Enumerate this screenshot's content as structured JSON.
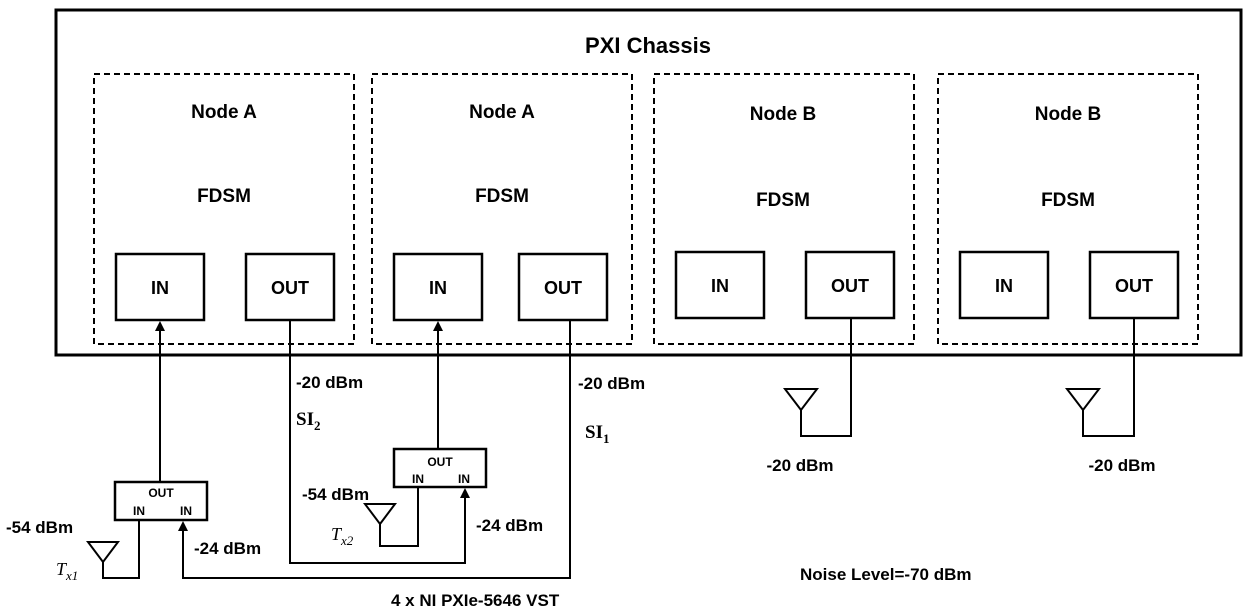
{
  "chassis": {
    "title": "PXI Chassis"
  },
  "nodes": [
    {
      "name": "Node A",
      "module": "FDSM",
      "in_label": "IN",
      "out_label": "OUT"
    },
    {
      "name": "Node A",
      "module": "FDSM",
      "in_label": "IN",
      "out_label": "OUT"
    },
    {
      "name": "Node B",
      "module": "FDSM",
      "in_label": "IN",
      "out_label": "OUT"
    },
    {
      "name": "Node B",
      "module": "FDSM",
      "in_label": "IN",
      "out_label": "OUT"
    }
  ],
  "combiners": [
    {
      "out": "OUT",
      "in1": "IN",
      "in2": "IN"
    },
    {
      "out": "OUT",
      "in1": "IN",
      "in2": "IN"
    }
  ],
  "levels": {
    "node1_out": "-20 dBm",
    "node2_out": "-20 dBm",
    "node3_out": "-20 dBm",
    "node4_out": "-20 dBm",
    "tx1": "-54 dBm",
    "tx2": "-54 dBm",
    "si_into_comb1": "-24 dBm",
    "si_into_comb2": "-24 dBm"
  },
  "si_labels": {
    "si2_base": "SI",
    "si2_sub": "2",
    "si1_base": "SI",
    "si1_sub": "1"
  },
  "tx_labels": {
    "tx1_base": "T",
    "tx1_sub": "x1",
    "tx2_base": "T",
    "tx2_sub": "x2"
  },
  "noise_level": "Noise Level=-70 dBm",
  "instrument": "4  x  NI PXIe-5646 VST"
}
